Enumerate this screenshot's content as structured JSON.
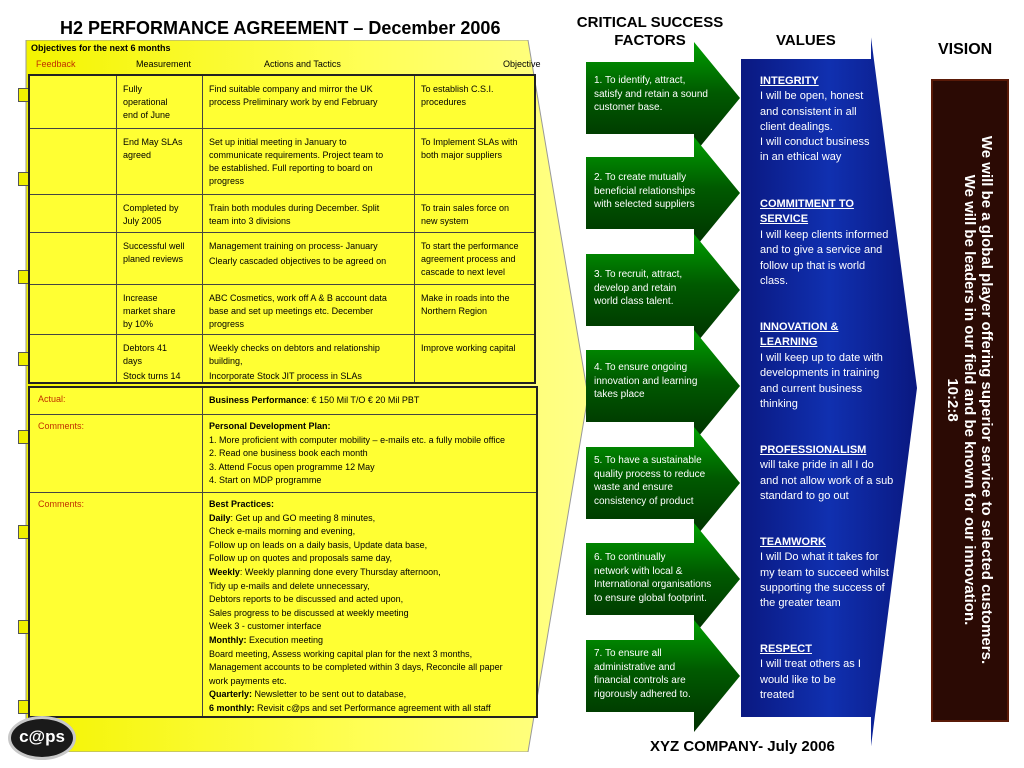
{
  "header": {
    "title": "H2  PERFORMANCE AGREEMENT – December 2006",
    "objectives_label": "Objectives for the next 6 months",
    "col_feedback": "Feedback",
    "col_measurement": "Measurement",
    "col_actions": "Actions and Tactics",
    "col_objective": "Objective"
  },
  "csf_title": "CRITICAL SUCCESS FACTORS",
  "values_title": "VALUES",
  "vision_title": "VISION",
  "footer": "XYZ COMPANY- July 2006",
  "logo": "c@ps",
  "plan_rows": [
    {
      "measurement": [
        "Fully",
        "operational",
        "end of June"
      ],
      "actions": [
        "Find suitable company and mirror the UK",
        "process  Preliminary  work by end February"
      ],
      "objective": [
        "To establish C.S.I.",
        "procedures"
      ]
    },
    {
      "measurement": [
        "End May SLAs",
        "agreed"
      ],
      "actions": [
        "Set up initial meeting in January to",
        "communicate requirements. Project team to",
        "be established. Full reporting to board on",
        "progress"
      ],
      "objective": [
        "To Implement SLAs with",
        "both major suppliers"
      ]
    },
    {
      "measurement": [
        "Completed by",
        "July 2005"
      ],
      "actions": [
        "Train both modules during December. Split",
        "team into 3 divisions"
      ],
      "objective": [
        "To train sales force on",
        "new system"
      ]
    },
    {
      "measurement": [
        "Successful well",
        "planed reviews"
      ],
      "actions": [
        "Management training on process- January",
        "Clearly cascaded objectives to be agreed on"
      ],
      "objective": [
        "To start the performance",
        "agreement process and",
        "cascade to next level"
      ]
    },
    {
      "measurement": [
        "Increase",
        "market share",
        "by 10%"
      ],
      "actions": [
        "ABC Cosmetics, work off A & B account data",
        "base and set up meetings etc. December",
        "progress"
      ],
      "objective": [
        "Make in roads into the",
        "Northern Region"
      ]
    },
    {
      "measurement": [
        "Debtors 41",
        "days",
        "Stock turns 14"
      ],
      "actions": [
        "Weekly checks on debtors and relationship",
        "building,",
        "Incorporate Stock JIT process in SLAs"
      ],
      "objective": [
        "Improve working capital"
      ]
    }
  ],
  "actual": {
    "label": "Actual:",
    "bp_label": "Business  Performance",
    "bp_value": ": € 150 Mil T/O          € 20 Mil PBT"
  },
  "pdp": {
    "label": "Comments:",
    "title": "Personal Development Plan:",
    "items": [
      "1. More proficient with computer mobility – e-mails etc. a fully mobile office",
      "2. Read one business book each month",
      "3. Attend Focus open programme 12 May",
      "4. Start on MDP programme"
    ]
  },
  "best_practices": {
    "label": "Comments:",
    "title": "Best Practices:",
    "lines": [
      {
        "bold": "Daily",
        "text": ":  Get up and GO meeting 8 minutes,"
      },
      {
        "bold": "",
        "text": "Check e-mails morning and evening,"
      },
      {
        "bold": "",
        "text": "Follow up on leads on a daily basis, Update data base,"
      },
      {
        "bold": "",
        "text": "Follow up on quotes and proposals same day,"
      },
      {
        "bold": "Weekly",
        "text": ": Weekly planning done every Thursday afternoon,"
      },
      {
        "bold": "",
        "text": "Tidy up e-mails and delete unnecessary,"
      },
      {
        "bold": "",
        "text": "Debtors reports to be discussed and acted upon,"
      },
      {
        "bold": "",
        "text": "Sales progress to be discussed at weekly meeting"
      },
      {
        "bold": "",
        "text": "Week 3 - customer interface"
      },
      {
        "bold": "Monthly:",
        "text": " Execution meeting"
      },
      {
        "bold": "",
        "text": "Board meeting, Assess working capital plan for the next 3 months,"
      },
      {
        "bold": "",
        "text": "Management accounts to be completed within 3 days, Reconcile all paper"
      },
      {
        "bold": "",
        "text": "work payments etc."
      },
      {
        "bold": "Quarterly:",
        "text": " Newsletter to be sent out to database,"
      },
      {
        "bold": "6 monthly:",
        "text": " Revisit c@ps and set Performance agreement with all staff"
      }
    ]
  },
  "success_factors": [
    [
      "1. To identify, attract,",
      "satisfy and retain a sound",
      "customer base."
    ],
    [
      "2. To create mutually",
      "beneficial relationships",
      "with selected suppliers"
    ],
    [
      "3. To recruit, attract,",
      "develop and retain",
      "world class talent."
    ],
    [
      "4. To ensure ongoing",
      "innovation and learning",
      "takes place"
    ],
    [
      "5. To have a sustainable",
      "quality process to reduce",
      "waste and ensure",
      "consistency of product"
    ],
    [
      "6. To continually",
      "network with local &",
      "International organisations",
      "to ensure global footprint."
    ],
    [
      "7. To ensure all",
      "administrative and",
      "financial controls are",
      "rigorously adhered to."
    ]
  ],
  "values": [
    {
      "head": "INTEGRITY",
      "body": [
        "I will be open, honest",
        "and consistent in all",
        "client dealings.",
        "I will conduct business",
        "in an ethical way"
      ]
    },
    {
      "head": "COMMITMENT TO SERVICE",
      "body": [
        "I will keep clients informed",
        "and to give a service and",
        "follow up that is world",
        "class."
      ]
    },
    {
      "head": "INNOVATION & LEARNING",
      "body": [
        "I will keep up to date with",
        "developments in training",
        "and current business",
        "thinking"
      ]
    },
    {
      "head": "PROFESSIONALISM",
      "body": [
        " will take pride in all I do",
        "and not allow work of a sub",
        "standard to go out"
      ]
    },
    {
      "head": "TEAMWORK",
      "body": [
        "I will Do what it takes for",
        "my team to succeed whilst",
        "supporting the success of",
        "the greater team"
      ]
    },
    {
      "head": "RESPECT",
      "body": [
        "I will treat others as I",
        "would like to be",
        "treated"
      ]
    }
  ],
  "vision": [
    "We will be a global player offering superior service to selected customers.",
    "We will be leaders in our field and be known for our innovation.",
    "10:2:8"
  ],
  "colors": {
    "yellow": "#ffff33",
    "green_dark": "#0a4a0a",
    "blue": "#0a1a8c",
    "vision_bg": "#2b0a04",
    "feedback_red": "#c03000"
  }
}
